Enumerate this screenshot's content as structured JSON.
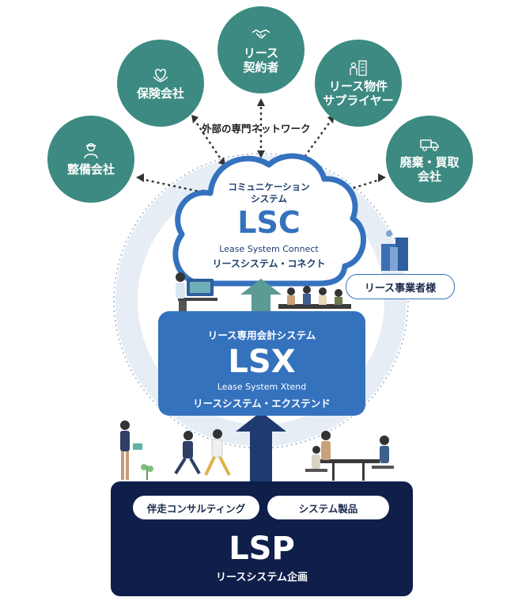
{
  "external_network_label": "外部の専門ネットワーク",
  "nodes": {
    "maintenance": {
      "lines": [
        "整備会社"
      ],
      "icon": "mechanic-icon"
    },
    "insurance": {
      "lines": [
        "保険会社"
      ],
      "icon": "heart-hands-icon"
    },
    "contractor": {
      "lines": [
        "リース",
        "契約者"
      ],
      "icon": "handshake-icon"
    },
    "supplier": {
      "lines": [
        "リース物件",
        "サプライヤー"
      ],
      "icon": "building-person-icon"
    },
    "disposal": {
      "lines": [
        "廃棄・買取",
        "会社"
      ],
      "icon": "truck-icon"
    }
  },
  "lsc": {
    "subtitle_line1": "コミュニケーション",
    "subtitle_line2": "システム",
    "acronym": "LSC",
    "english_name": "Lease System Connect",
    "japanese_name": "リースシステム・コネクト"
  },
  "lease_business_badge": "リース事業者様",
  "lsx": {
    "subtitle": "リース専用会計システム",
    "acronym": "LSX",
    "english_name": "Lease System Xtend",
    "japanese_name": "リースシステム・エクステンド"
  },
  "lsp": {
    "pill_consulting": "伴走コンサルティング",
    "pill_products": "システム製品",
    "acronym": "LSP",
    "japanese_name": "リースシステム企画"
  },
  "colors": {
    "node_teal": "#3d8a82",
    "lsc_blue": "#3572be",
    "lsx_blue": "#3572be",
    "lsp_navy": "#0f1f4a",
    "arrow_teal": "#4e8c86",
    "arrow_navy": "#1e3a6e",
    "dotted_connector": "#333333"
  }
}
